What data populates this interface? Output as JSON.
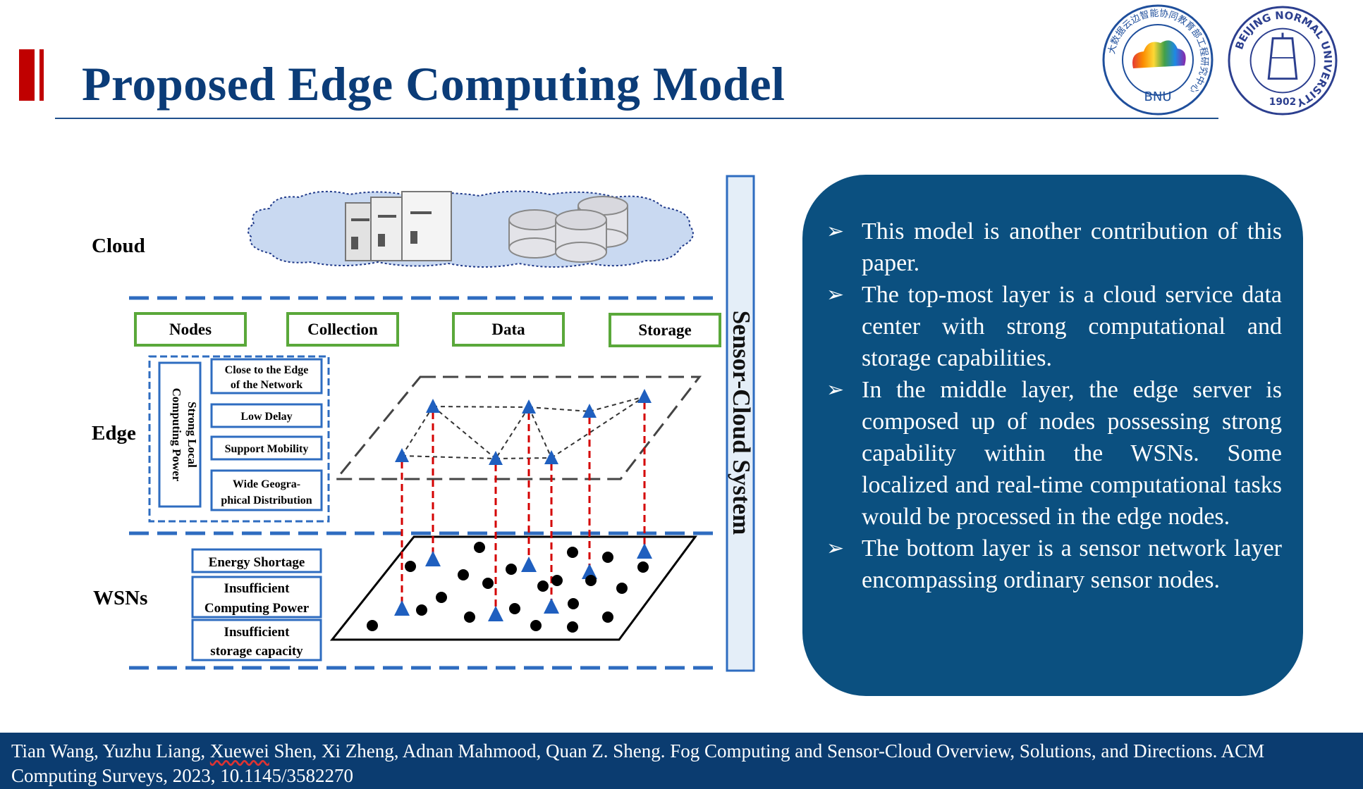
{
  "title": "Proposed Edge Computing Model",
  "logos": {
    "left_ring_text": "大数据云边智能协同教育部工程研究中心",
    "left_label": "BNU",
    "right_ring_text": "BEIJING NORMAL UNIVERSITY",
    "right_year": "1902"
  },
  "diagram": {
    "layers": [
      "Cloud",
      "Edge",
      "WSNs"
    ],
    "feature_boxes": [
      "Nodes",
      "Collection",
      "Data",
      "Storage"
    ],
    "edge_group_label_line1": "Strong Local",
    "edge_group_label_line2": "Computing Power",
    "edge_properties": [
      [
        "Close to the Edge",
        "of the Network"
      ],
      [
        "Low Delay"
      ],
      [
        "Support Mobility"
      ],
      [
        "Wide Geogra-",
        "phical Distribution"
      ]
    ],
    "wsn_problems": [
      [
        "Energy Shortage"
      ],
      [
        "Insufficient",
        "Computing Power"
      ],
      [
        "Insufficient",
        "storage capacity"
      ]
    ],
    "side_label": "Sensor-Cloud System"
  },
  "bullets": [
    "This model is another contribution of this paper.",
    "The top-most layer is a cloud service data center with strong computational and storage capabilities.",
    "In the middle layer, the edge server is composed up of nodes possessing strong capability within the WSNs. Some localized and real-time computational tasks would be processed in the edge nodes.",
    "The bottom layer is a sensor network layer encompassing ordinary sensor nodes."
  ],
  "bullet_icon": "arrow-right-icon",
  "citation": {
    "authors_before": "Tian Wang, Yuzhu Liang, ",
    "author_underlined": "Xuewei",
    "authors_after": " Shen, Xi Zheng, Adnan Mahmood, Quan Z. Sheng. Fog Computing and Sensor-Cloud Overview, Solutions, and Directions. ACM Computing Surveys, 2023, 10.1145/3582270"
  },
  "colors": {
    "title": "#0b3c78",
    "accent_red": "#c00000",
    "panel": "#0b5080",
    "footer": "#0b3c70",
    "dash_blue": "#2e6cc0",
    "box_green": "#5aa83a",
    "triangle_blue": "#1f5fbf",
    "link_red": "#d40000"
  }
}
